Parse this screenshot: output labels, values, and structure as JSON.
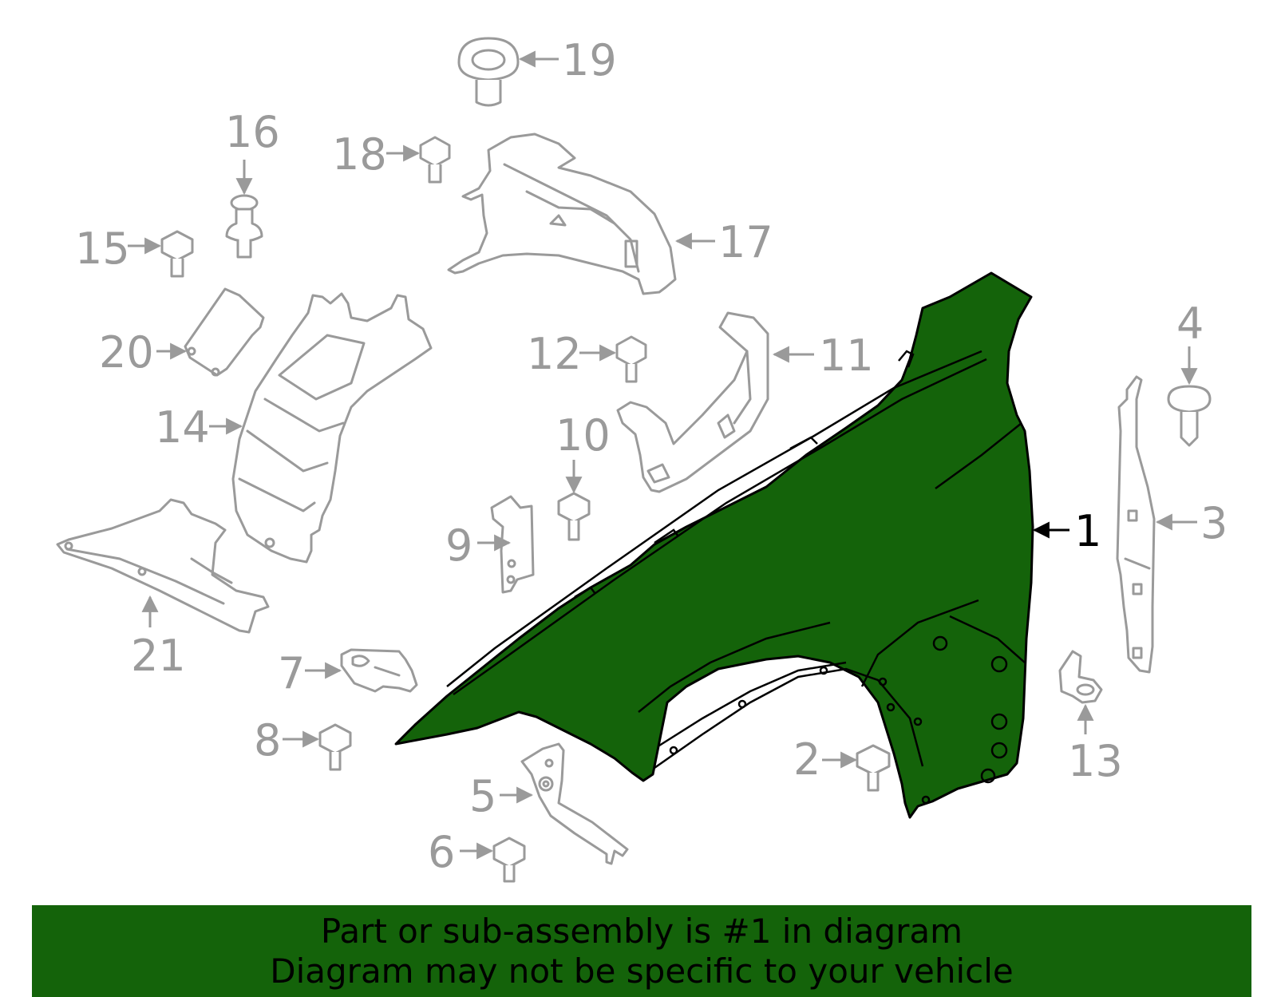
{
  "colors": {
    "highlight_part": "#14630a",
    "other_parts": "#9a9a9a",
    "outline": "#000000",
    "banner_bg": "#14630a"
  },
  "highlighted_part": "1",
  "callouts": {
    "c1": "1",
    "c2": "2",
    "c3": "3",
    "c4": "4",
    "c5": "5",
    "c6": "6",
    "c7": "7",
    "c8": "8",
    "c9": "9",
    "c10": "10",
    "c11": "11",
    "c12": "12",
    "c13": "13",
    "c14": "14",
    "c15": "15",
    "c16": "16",
    "c17": "17",
    "c18": "18",
    "c19": "19",
    "c20": "20",
    "c21": "21"
  },
  "banner": {
    "line1": "Part or sub-assembly is #1 in diagram",
    "line2": "Diagram may not be specific to your vehicle"
  }
}
